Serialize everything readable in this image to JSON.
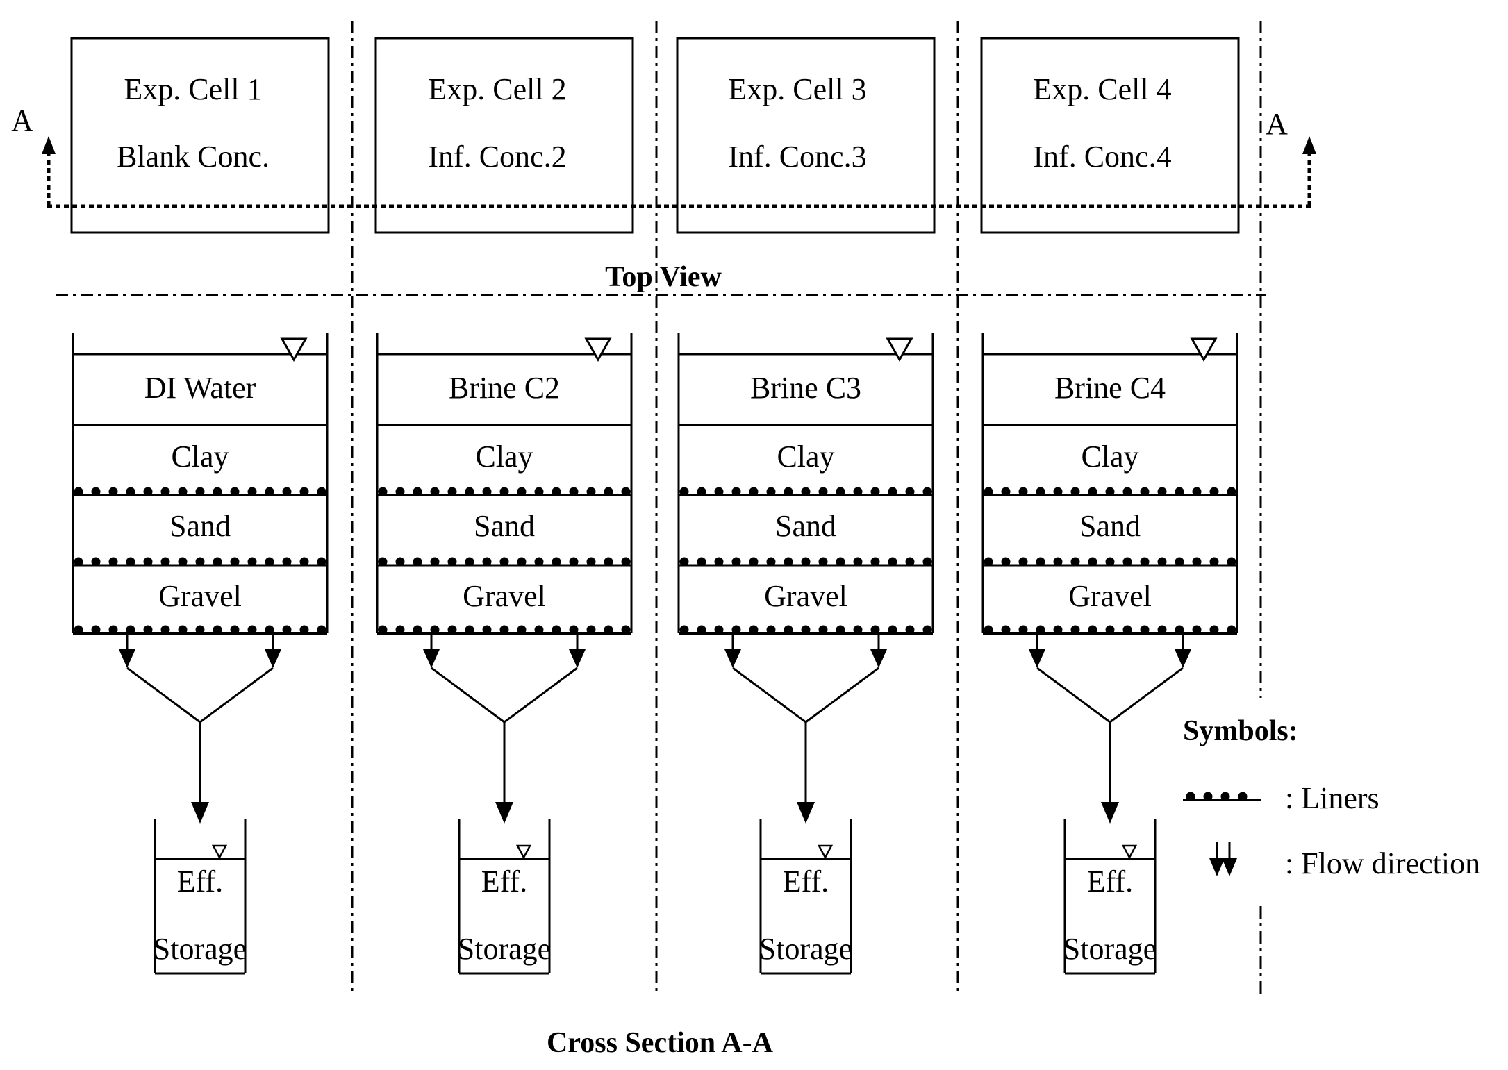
{
  "top_view": {
    "section_marker": "A",
    "title": "Top View",
    "cells": [
      {
        "name": "Exp. Cell 1",
        "concentration": "Blank Conc."
      },
      {
        "name": "Exp. Cell 2",
        "concentration": "Inf. Conc.2"
      },
      {
        "name": "Exp. Cell 3",
        "concentration": "Inf. Conc.3"
      },
      {
        "name": "Exp. Cell 4",
        "concentration": "Inf. Conc.4"
      }
    ]
  },
  "cross_section": {
    "title": "Cross Section A-A",
    "columns": [
      {
        "liquid": "DI Water",
        "layers": [
          "Clay",
          "Sand",
          "Gravel"
        ],
        "storage_line1": "Eff.",
        "storage_line2": "Storage"
      },
      {
        "liquid": "Brine C2",
        "layers": [
          "Clay",
          "Sand",
          "Gravel"
        ],
        "storage_line1": "Eff.",
        "storage_line2": "Storage"
      },
      {
        "liquid": "Brine C3",
        "layers": [
          "Clay",
          "Sand",
          "Gravel"
        ],
        "storage_line1": "Eff.",
        "storage_line2": "Storage"
      },
      {
        "liquid": "Brine C4",
        "layers": [
          "Clay",
          "Sand",
          "Gravel"
        ],
        "storage_line1": "Eff.",
        "storage_line2": "Storage"
      }
    ]
  },
  "legend": {
    "title": "Symbols:",
    "liners_label": ": Liners",
    "flow_label": ": Flow direction"
  }
}
